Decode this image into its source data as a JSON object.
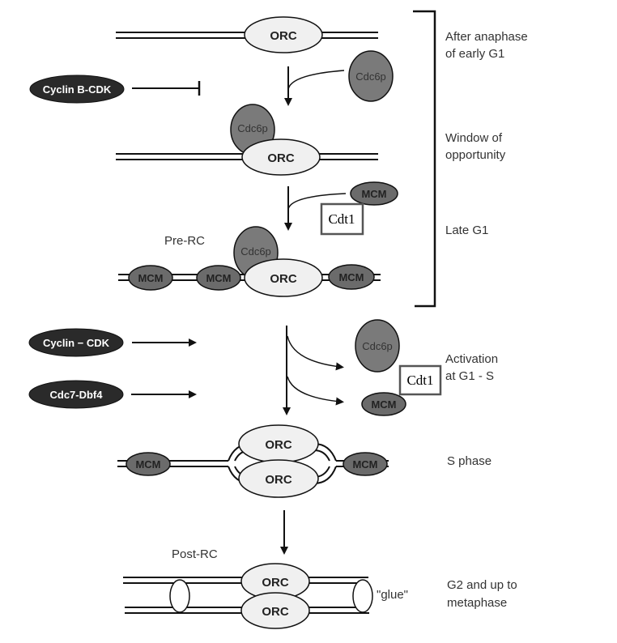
{
  "colors": {
    "orc_fill": "#f0f0f0",
    "cdc6p_fill": "#7a7a7a",
    "mcm_fill": "#6b6b6b",
    "kinase_fill": "#2a2a2a",
    "cdt1_border": "#555555",
    "line": "#111111"
  },
  "labels": {
    "orc": "ORC",
    "cdc6p": "Cdc6p",
    "mcm": "MCM",
    "cdt1": "Cdt1",
    "pre_rc": "Pre-RC",
    "post_rc": "Post-RC",
    "glue": "\"glue\""
  },
  "regulators": {
    "cyclin_b_cdk": "Cyclin B-CDK",
    "cyclin_cdk": "Cyclin − CDK",
    "cdc7_dbf4": "Cdc7-Dbf4"
  },
  "stages": {
    "after_anaphase": [
      "After anaphase",
      "of early G1"
    ],
    "window": [
      "Window of",
      "opportunity"
    ],
    "late_g1": [
      "Late G1"
    ],
    "activation": [
      "Activation",
      "at G1 - S"
    ],
    "s_phase": [
      "S phase"
    ],
    "g2": [
      "G2 and up to",
      "metaphase"
    ]
  }
}
